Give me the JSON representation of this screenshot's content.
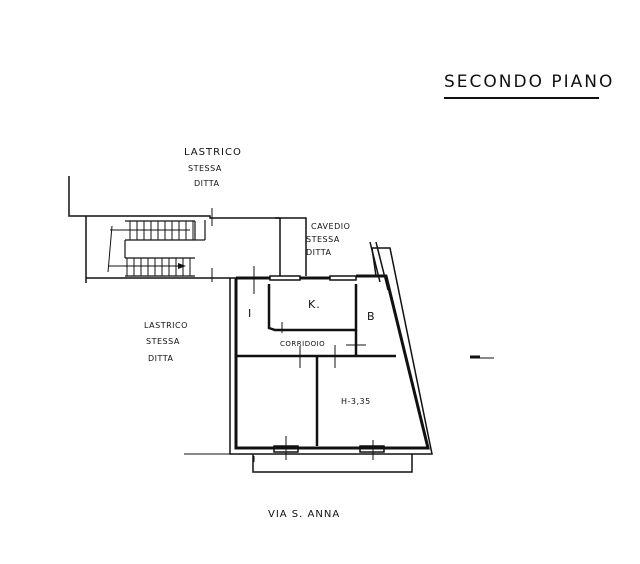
{
  "title": "SECONDO PIANO",
  "labels": {
    "lastrico_top": {
      "line1": "LASTRICO",
      "line2": "STESSA",
      "line3": "DITTA"
    },
    "cavedio": {
      "line1": "CAVEDIO",
      "line2": "STESSA",
      "line3": "DITTA"
    },
    "lastrico_left": {
      "line1": "LASTRICO",
      "line2": "STESSA",
      "line3": "DITTA"
    },
    "street": "VIA S. ANNA"
  },
  "rooms": {
    "kitchen": "K.",
    "wc": "I",
    "bathroom": "B",
    "corridor": "CORRIDOIO",
    "height": "H-3,35"
  },
  "colors": {
    "ink": "#111111",
    "paper": "#ffffff"
  }
}
